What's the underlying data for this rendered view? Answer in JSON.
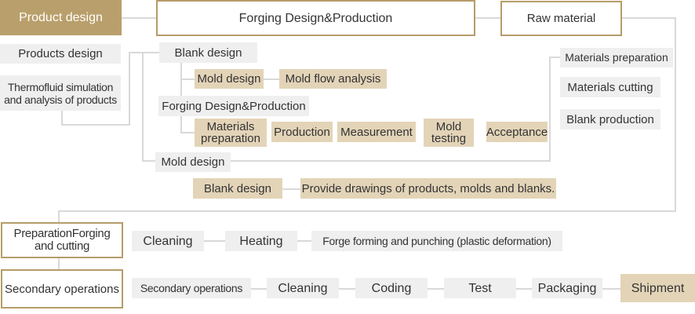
{
  "header": {
    "product_design": "Product design",
    "forging_design_production": "Forging Design&Production",
    "raw_material": "Raw material"
  },
  "product": {
    "products_design": "Products design",
    "thermofluid": "Thermofluid simulation and analysis of products"
  },
  "forging": {
    "blank_design": "Blank design",
    "mold_design_item": "Mold design",
    "mold_flow_analysis": "Mold flow analysis",
    "forging_design_production": "Forging Design&Production",
    "steps": [
      "Materials preparation",
      "Production",
      "Measurement",
      "Mold testing",
      "Acceptance"
    ],
    "mold_design": "Mold design"
  },
  "raw": {
    "items": [
      "Materials preparation",
      "Materials cutting",
      "Blank production"
    ]
  },
  "blank_row": {
    "label": "Blank design",
    "desc": "Provide drawings of products, molds and blanks."
  },
  "preparation": {
    "label": "PreparationForging and cutting",
    "steps": [
      "Cleaning",
      "Heating",
      "Forge forming and punching (plastic deformation)"
    ]
  },
  "secondary": {
    "label": "Secondary operations",
    "steps": [
      "Secondary operations",
      "Cleaning",
      "Coding",
      "Test",
      "Packaging",
      "Shipment"
    ]
  }
}
